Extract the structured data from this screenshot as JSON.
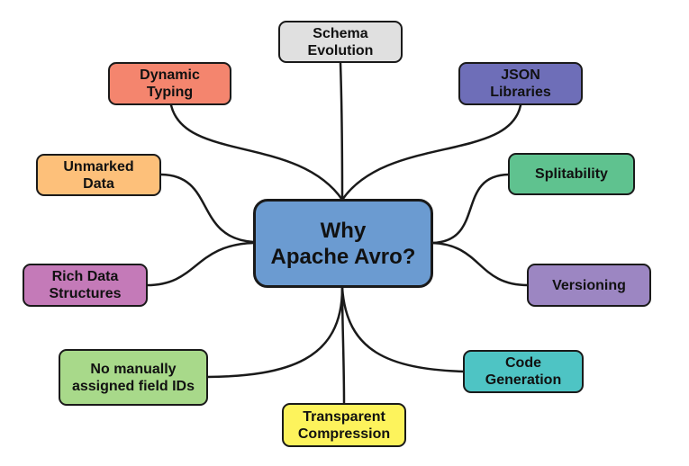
{
  "center": {
    "label": "Why\nApache Avro?",
    "color": "#6b9bd1"
  },
  "nodes": [
    {
      "id": "schema-evolution",
      "label": "Schema\nEvolution",
      "color": "#e0e0e0"
    },
    {
      "id": "dynamic-typing",
      "label": "Dynamic\nTyping",
      "color": "#f4856e"
    },
    {
      "id": "json-libraries",
      "label": "JSON\nLibraries",
      "color": "#6e6eb8"
    },
    {
      "id": "unmarked-data",
      "label": "Unmarked\nData",
      "color": "#fdc07a"
    },
    {
      "id": "splitability",
      "label": "Splitability",
      "color": "#5fc28f"
    },
    {
      "id": "rich-data-structures",
      "label": "Rich Data\nStructures",
      "color": "#c47ab8"
    },
    {
      "id": "versioning",
      "label": "Versioning",
      "color": "#9c86c2"
    },
    {
      "id": "no-manual-field-ids",
      "label": "No manually\nassigned field IDs",
      "color": "#a8d98a"
    },
    {
      "id": "code-generation",
      "label": "Code\nGeneration",
      "color": "#4ec4c4"
    },
    {
      "id": "transparent-compression",
      "label": "Transparent\nCompression",
      "color": "#fdf35c"
    }
  ]
}
